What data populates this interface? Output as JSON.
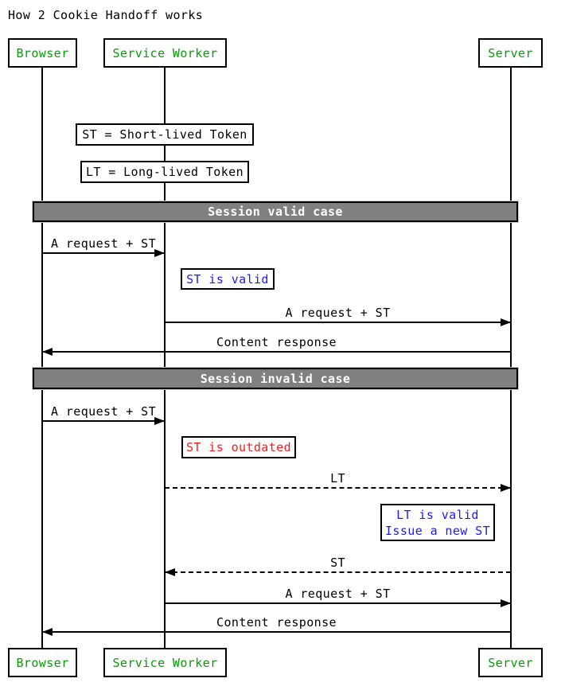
{
  "title": "How 2 Cookie Handoff works",
  "colors": {
    "participant_text": "#089a08",
    "info_note_text": "#1a1aff",
    "error_note_text": "#ff1a1a",
    "divider_bg": "#808080",
    "divider_text": "#ffffff",
    "line": "#000000"
  },
  "participants": [
    {
      "name": "Browser"
    },
    {
      "name": "Service Worker"
    },
    {
      "name": "Server"
    }
  ],
  "legend_notes": [
    {
      "text": "ST = Short-lived Token"
    },
    {
      "text": "LT = Long-lived Token"
    }
  ],
  "dividers": [
    {
      "label": "Session valid case"
    },
    {
      "label": "Session invalid case"
    }
  ],
  "notes": [
    {
      "text": "ST is valid",
      "color": "blue"
    },
    {
      "text": "ST is outdated",
      "color": "red"
    },
    {
      "lines": [
        "LT is valid",
        "Issue a new ST"
      ],
      "color": "blue"
    }
  ],
  "messages": [
    {
      "label": "A request + ST",
      "from": "Browser",
      "to": "Service Worker",
      "style": "solid"
    },
    {
      "label": "A request + ST",
      "from": "Service Worker",
      "to": "Server",
      "style": "solid"
    },
    {
      "label": "Content response",
      "from": "Server",
      "to": "Browser",
      "style": "solid"
    },
    {
      "label": "A request + ST",
      "from": "Browser",
      "to": "Service Worker",
      "style": "solid"
    },
    {
      "label": "LT",
      "from": "Service Worker",
      "to": "Server",
      "style": "dashed"
    },
    {
      "label": "ST",
      "from": "Server",
      "to": "Service Worker",
      "style": "dashed"
    },
    {
      "label": "A request + ST",
      "from": "Service Worker",
      "to": "Server",
      "style": "solid"
    },
    {
      "label": "Content response",
      "from": "Server",
      "to": "Browser",
      "style": "solid"
    }
  ]
}
